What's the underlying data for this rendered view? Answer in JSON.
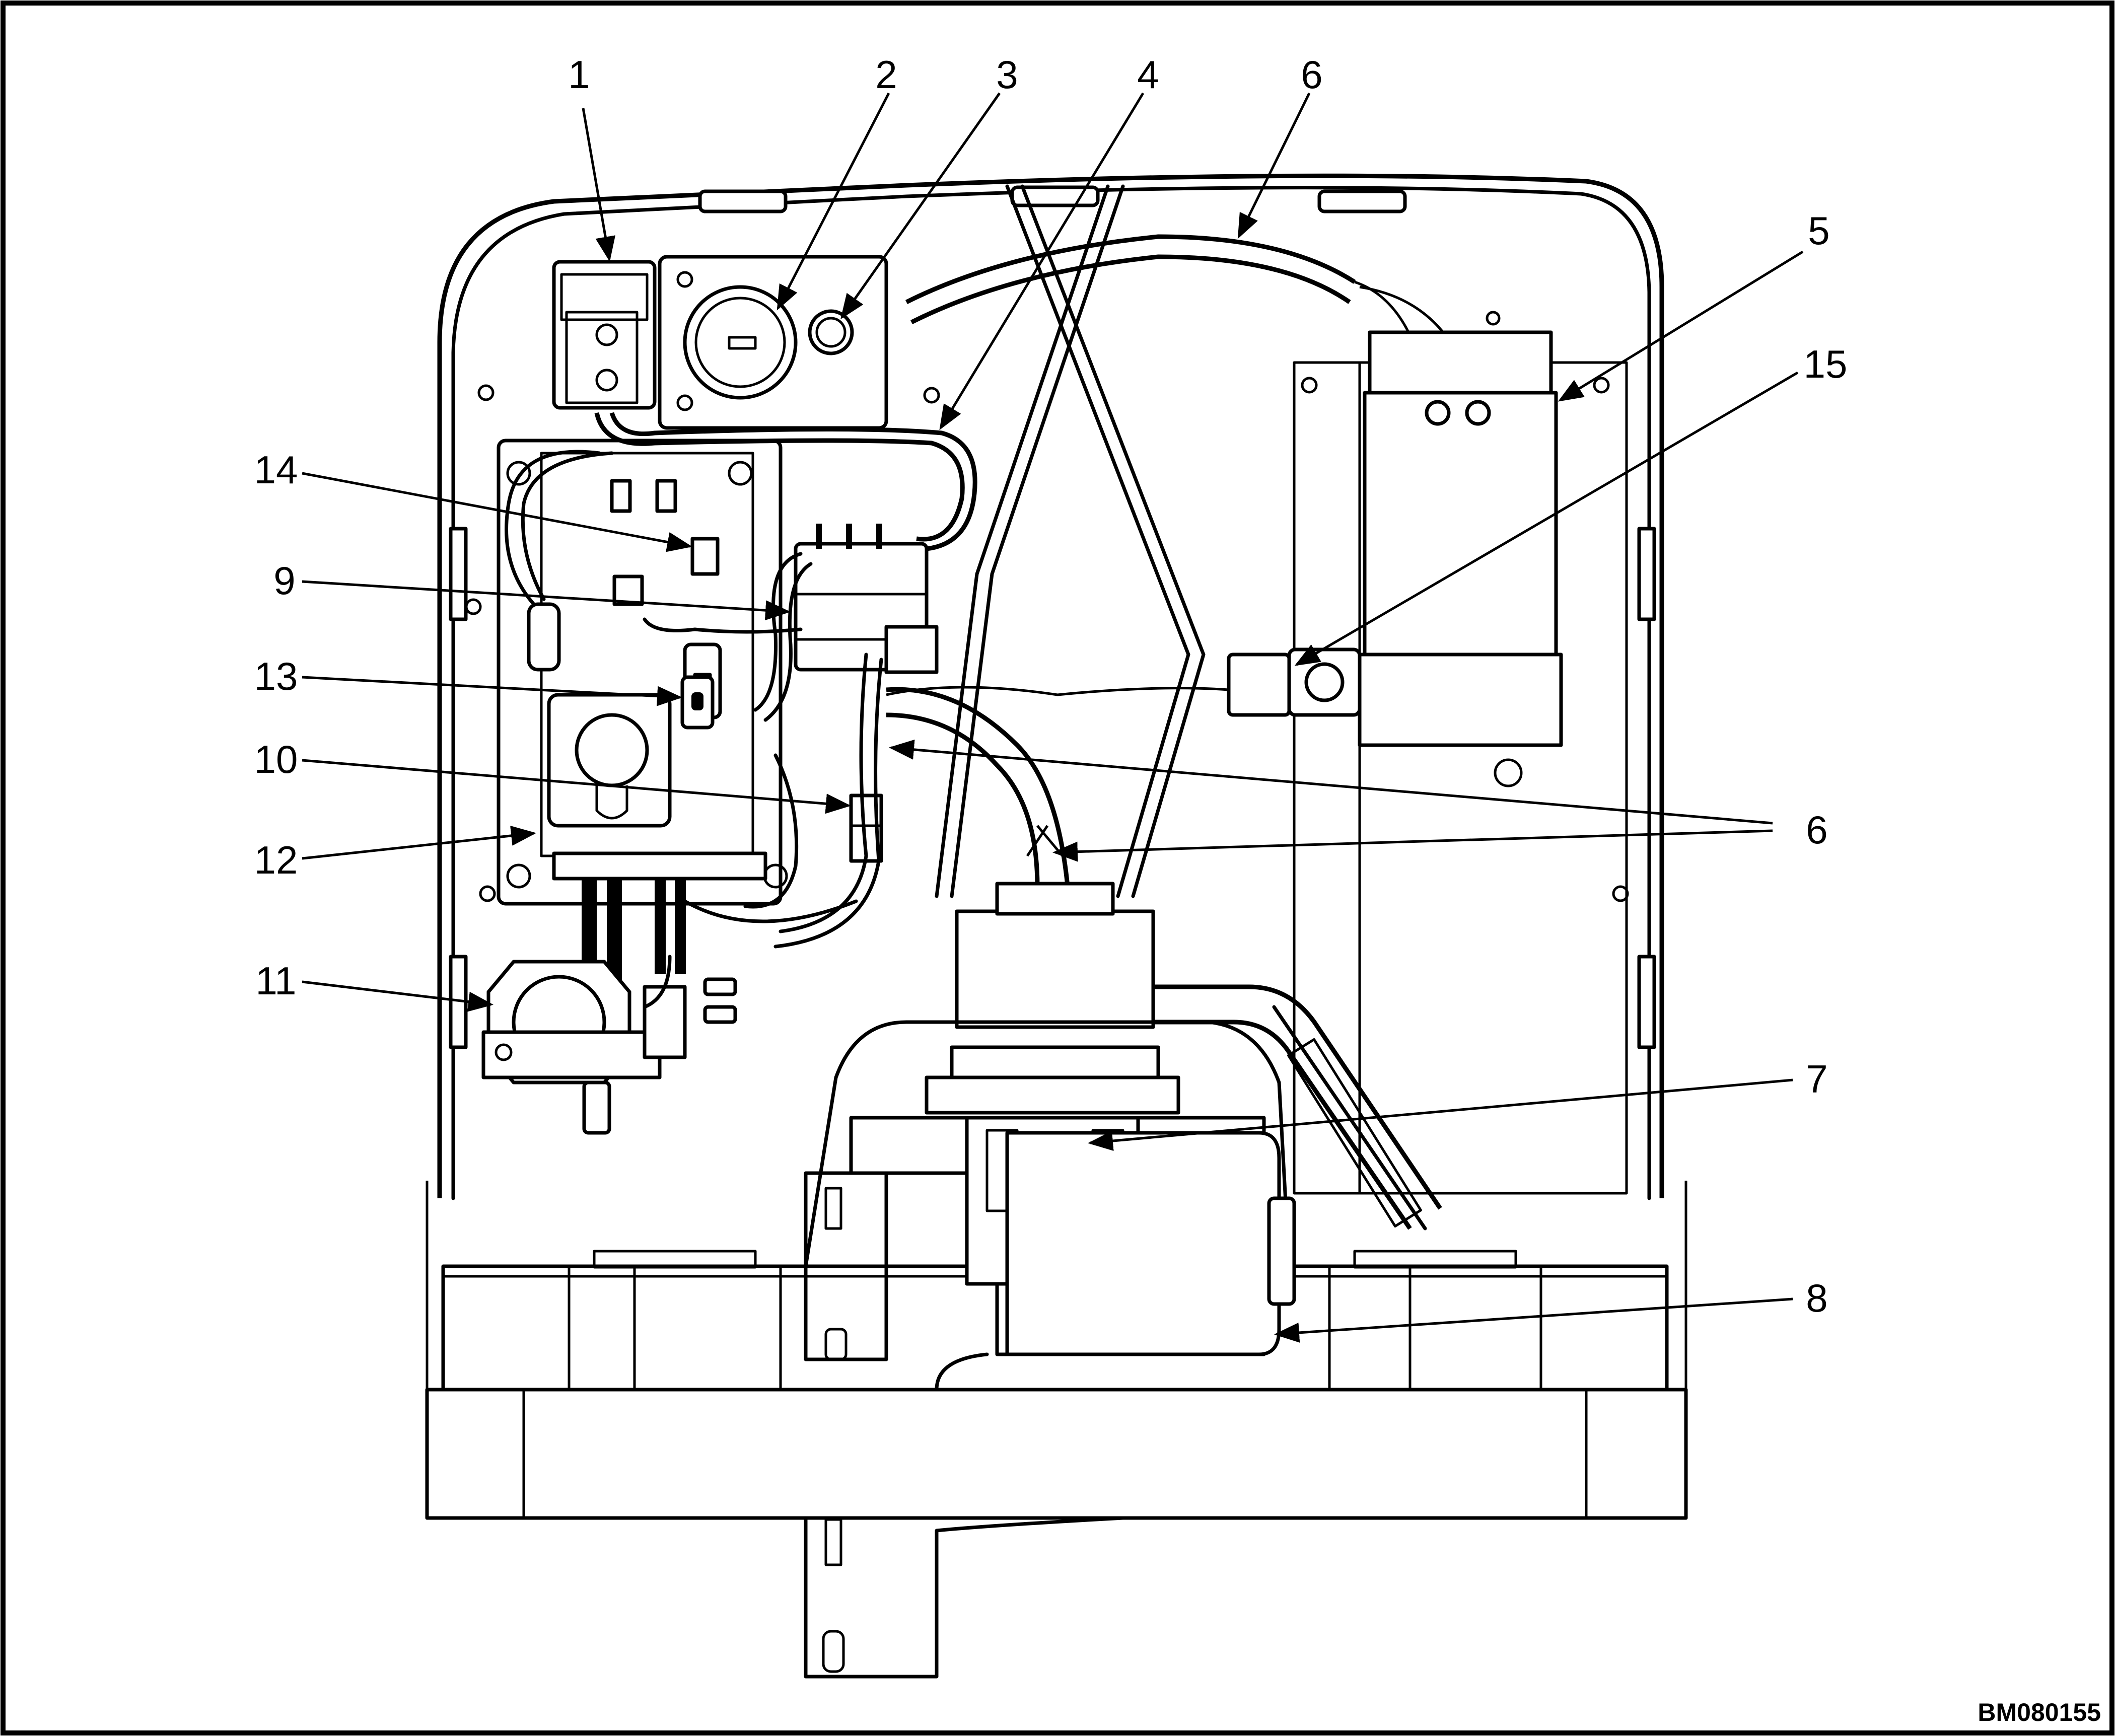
{
  "figure": {
    "id": "BM080155"
  },
  "callouts": [
    {
      "num": "1"
    },
    {
      "num": "2"
    },
    {
      "num": "3"
    },
    {
      "num": "4"
    },
    {
      "num": "6"
    },
    {
      "num": "5"
    },
    {
      "num": "15"
    },
    {
      "num": "14"
    },
    {
      "num": "9"
    },
    {
      "num": "13"
    },
    {
      "num": "10"
    },
    {
      "num": "6"
    },
    {
      "num": "12"
    },
    {
      "num": "11"
    },
    {
      "num": "7"
    },
    {
      "num": "8"
    }
  ]
}
